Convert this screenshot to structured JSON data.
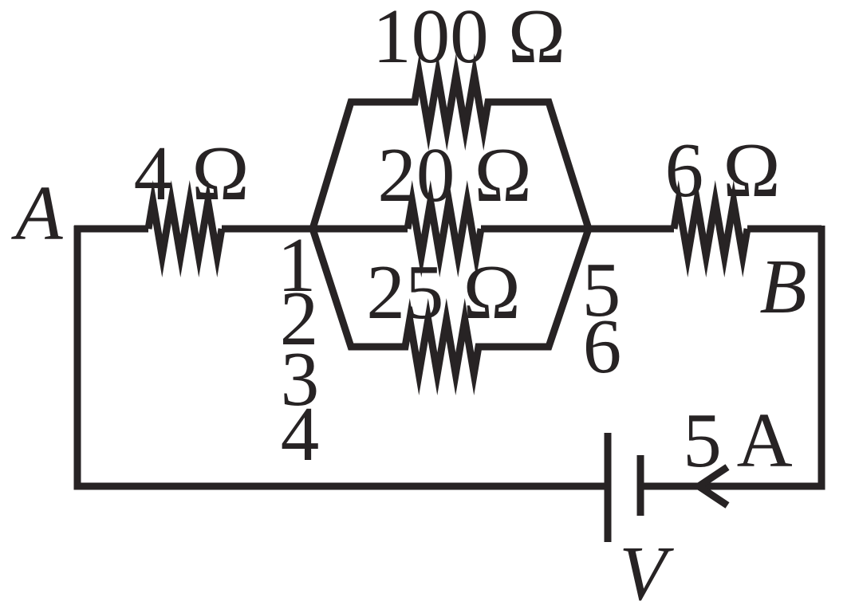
{
  "figure": {
    "type": "circuit-diagram",
    "description": "Resistor network between terminals A and B: 4 ohm in series with a parallel group (100, 20, 25 ohm) in series with 6 ohm, driven by battery V carrying 5 A",
    "ink_color": "#272324",
    "background_color": "#ffffff"
  },
  "terminals": {
    "left": "A",
    "right": "B"
  },
  "resistors": {
    "left_series": "4 Ω",
    "top_branch": "100 Ω",
    "middle_branch": "20 Ω",
    "bottom_branch": "25 Ω",
    "right_series": "6 Ω"
  },
  "battery": {
    "label": "V"
  },
  "current": {
    "label": "5 A",
    "direction": "left-toward-battery"
  },
  "wire_numbers": {
    "left_junction": [
      "1",
      "2",
      "3",
      "4"
    ],
    "right_junction": [
      "5",
      "6"
    ]
  }
}
